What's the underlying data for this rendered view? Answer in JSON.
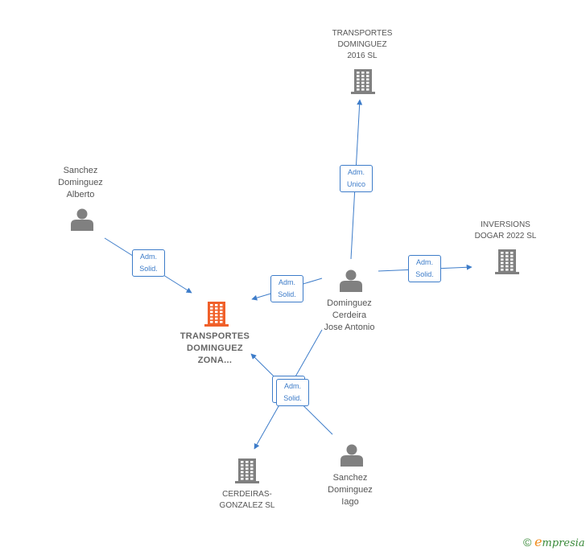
{
  "nodes": [
    {
      "id": "transportes_2016",
      "kind": "company",
      "label": "TRANSPORTES\nDOMINGUEZ\n2016  SL",
      "color": "#808080"
    },
    {
      "id": "sanchez_alberto",
      "kind": "person",
      "label": "Sanchez\nDominguez\nAlberto",
      "color": "#808080"
    },
    {
      "id": "inversions_dogar",
      "kind": "company",
      "label": "INVERSIONS\nDOGAR 2022  SL",
      "color": "#808080"
    },
    {
      "id": "dominguez_jose",
      "kind": "person",
      "label": "Dominguez\nCerdeira\nJose Antonio",
      "color": "#808080"
    },
    {
      "id": "transportes_zona",
      "kind": "company",
      "label": "TRANSPORTES\nDOMINGUEZ\nZONA...",
      "color": "#f0602a",
      "focus": true
    },
    {
      "id": "cerdeiras_gonzalez",
      "kind": "company",
      "label": "CERDEIRAS-\nGONZALEZ  SL",
      "color": "#808080"
    },
    {
      "id": "sanchez_iago",
      "kind": "person",
      "label": "Sanchez\nDominguez\nIago",
      "color": "#808080"
    }
  ],
  "edges": [
    {
      "from": "dominguez_jose",
      "to": "transportes_2016",
      "label": "Adm.\nUnico"
    },
    {
      "from": "sanchez_alberto",
      "to": "transportes_zona",
      "label": "Adm.\nSolid."
    },
    {
      "from": "dominguez_jose",
      "to": "transportes_zona",
      "label": "Adm.\nSolid."
    },
    {
      "from": "dominguez_jose",
      "to": "inversions_dogar",
      "label": "Adm.\nSolid."
    },
    {
      "from": "dominguez_jose",
      "to": "cerdeiras_gonzalez",
      "label": "Adm.\nSolid."
    },
    {
      "from": "sanchez_iago",
      "to": "transportes_zona",
      "label": "Adm.\nSolid."
    }
  ],
  "colors": {
    "edge": "#3d7cc9",
    "node": "#808080",
    "focus": "#f0602a"
  },
  "watermark": {
    "symbol": "©",
    "brand_initial": "e",
    "brand_rest": "mpresia"
  }
}
